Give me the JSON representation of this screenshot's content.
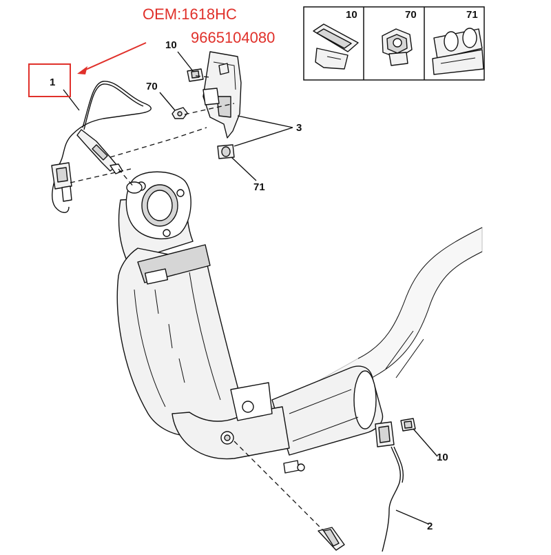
{
  "oem": {
    "line1": "OEM:1618HC",
    "line2": "9665104080",
    "color": "#e0302a"
  },
  "callouts": {
    "part1": "1",
    "part2": "2",
    "part3": "3",
    "part10_top": "10",
    "part70": "70",
    "part71": "71",
    "part10_bottom": "10"
  },
  "legend": [
    {
      "label": "10"
    },
    {
      "label": "70"
    },
    {
      "label": "71"
    }
  ],
  "colors": {
    "line": "#111111",
    "highlight": "#e0302a",
    "part_fill": "#f2f2f2"
  }
}
